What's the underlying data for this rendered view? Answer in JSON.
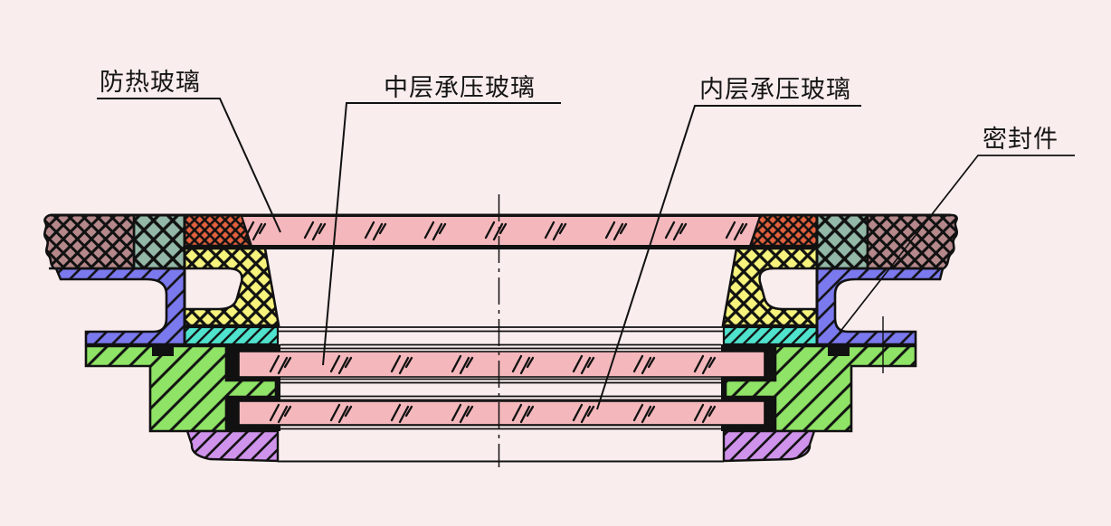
{
  "diagram": {
    "type": "engineering-cross-section",
    "labels": {
      "heat_glass": "防热玻璃",
      "middle_glass": "中层承压玻璃",
      "inner_glass": "内层承压玻璃",
      "seal": "密封件"
    },
    "colors": {
      "background": "#faeded",
      "glass_pink": "#f4b8bc",
      "seal_fabric_brown": "#b5888b",
      "seal_braid_teal": "#93b8a8",
      "seal_red_orange": "#e2603e",
      "clamp_yellow": "#f7f47d",
      "frame_slate_blue": "#7b79ee",
      "ring_cyan": "#4fe2cd",
      "frame_green": "#8fe366",
      "ring_violet": "#cf93eb",
      "seal_black": "#111111",
      "outline": "#111111"
    }
  }
}
